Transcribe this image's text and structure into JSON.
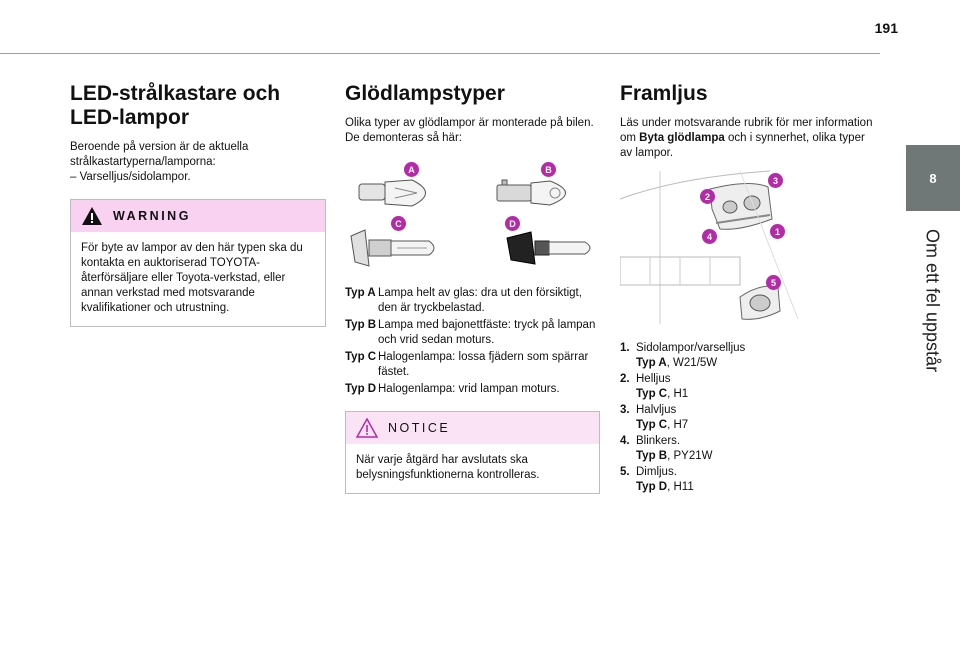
{
  "page_number": "191",
  "chapter": {
    "number": "8",
    "title": "Om ett fel uppstår"
  },
  "led": {
    "title_line1": "LED-strålkastare och",
    "title_line2": "LED-lampor",
    "intro": "Beroende på version är de aktuella strålkastartyperna/lamporna:",
    "bullet": "–  Varselljus/sidolampor.",
    "warning": {
      "title": "WARNING",
      "text": "För byte av lampor av den här typen ska du kontakta en auktoriserad TOYOTA-återförsäljare eller Toyota-verkstad, eller annan verkstad med motsvarande kvalifikationer och utrustning."
    }
  },
  "bulb_types": {
    "title": "Glödlampstyper",
    "intro": "Olika typer av glödlampor är monterade på bilen. De demonteras så här:",
    "badges": [
      "A",
      "B",
      "C",
      "D"
    ],
    "types": [
      {
        "label": "Typ A",
        "text": "Lampa helt av glas: dra ut den försiktigt, den är tryckbelastad."
      },
      {
        "label": "Typ B",
        "text": "Lampa med bajonettfäste: tryck på lampan och vrid sedan moturs."
      },
      {
        "label": "Typ C",
        "text": "Halogenlampa: lossa fjädern som spärrar fästet."
      },
      {
        "label": "Typ D",
        "text": "Halogenlampa: vrid lampan moturs."
      }
    ],
    "notice": {
      "title": "NOTICE",
      "text": "När varje åtgärd har avslutats ska belysningsfunktionerna kontrolleras."
    }
  },
  "headlights": {
    "title": "Framljus",
    "intro_before": "Läs under motsvarande rubrik för mer information om ",
    "intro_bold": "Byta glödlampa",
    "intro_after": " och i synnerhet, olika typer av lampor.",
    "callouts": [
      "1",
      "2",
      "3",
      "4",
      "5"
    ],
    "lamps": [
      {
        "num": "1.",
        "name": "Sidolampor/varselljus",
        "type": "Typ A",
        "code": ", W21/5W"
      },
      {
        "num": "2.",
        "name": "Helljus",
        "type": "Typ C",
        "code": ", H1"
      },
      {
        "num": "3.",
        "name": "Halvljus",
        "type": "Typ C",
        "code": ", H7"
      },
      {
        "num": "4.",
        "name": "Blinkers.",
        "type": "Typ B",
        "code": ", PY21W"
      },
      {
        "num": "5.",
        "name": "Dimljus.",
        "type": "Typ D",
        "code": ", H11"
      }
    ]
  },
  "colors": {
    "accent": "#b42aa8",
    "warning_bg": "#f8d2f0",
    "notice_bg": "#fbe3f6",
    "tab_bg": "#6f7777"
  }
}
